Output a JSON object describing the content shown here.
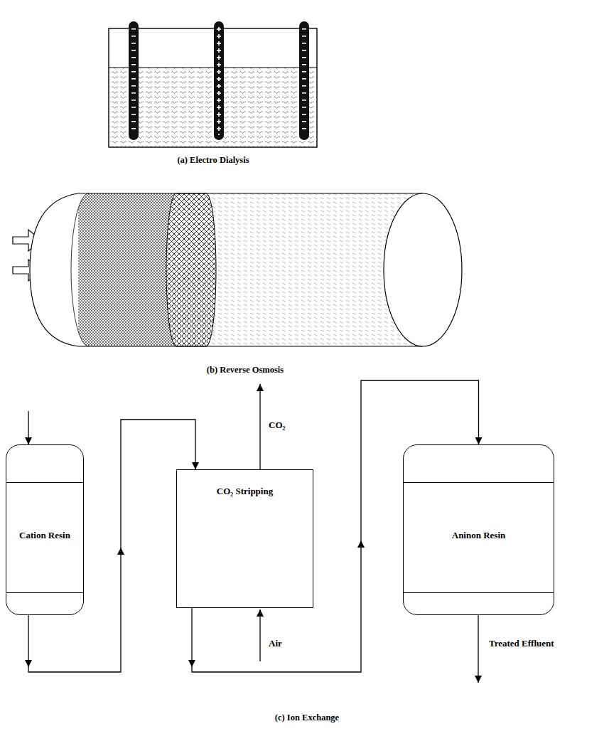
{
  "diagram": {
    "nodes": [
      {
        "text": [
          "Cation Resin"
        ]
      },
      {
        "text": [
          "CO₂ Stripping"
        ]
      },
      {
        "text": [
          "Aninon Resin"
        ]
      }
    ],
    "edges": [
      {
        "from": 0,
        "to": 1,
        "arrow": "to"
      },
      {
        "from": 1,
        "to": 2,
        "arrow": "to"
      }
    ],
    "labels": [
      "(a) Electro Dialysis",
      "(b) Reverse Osmosis",
      "CO₂",
      "Air",
      "Treated Effluent",
      "(c) Ion Exchange"
    ]
  }
}
